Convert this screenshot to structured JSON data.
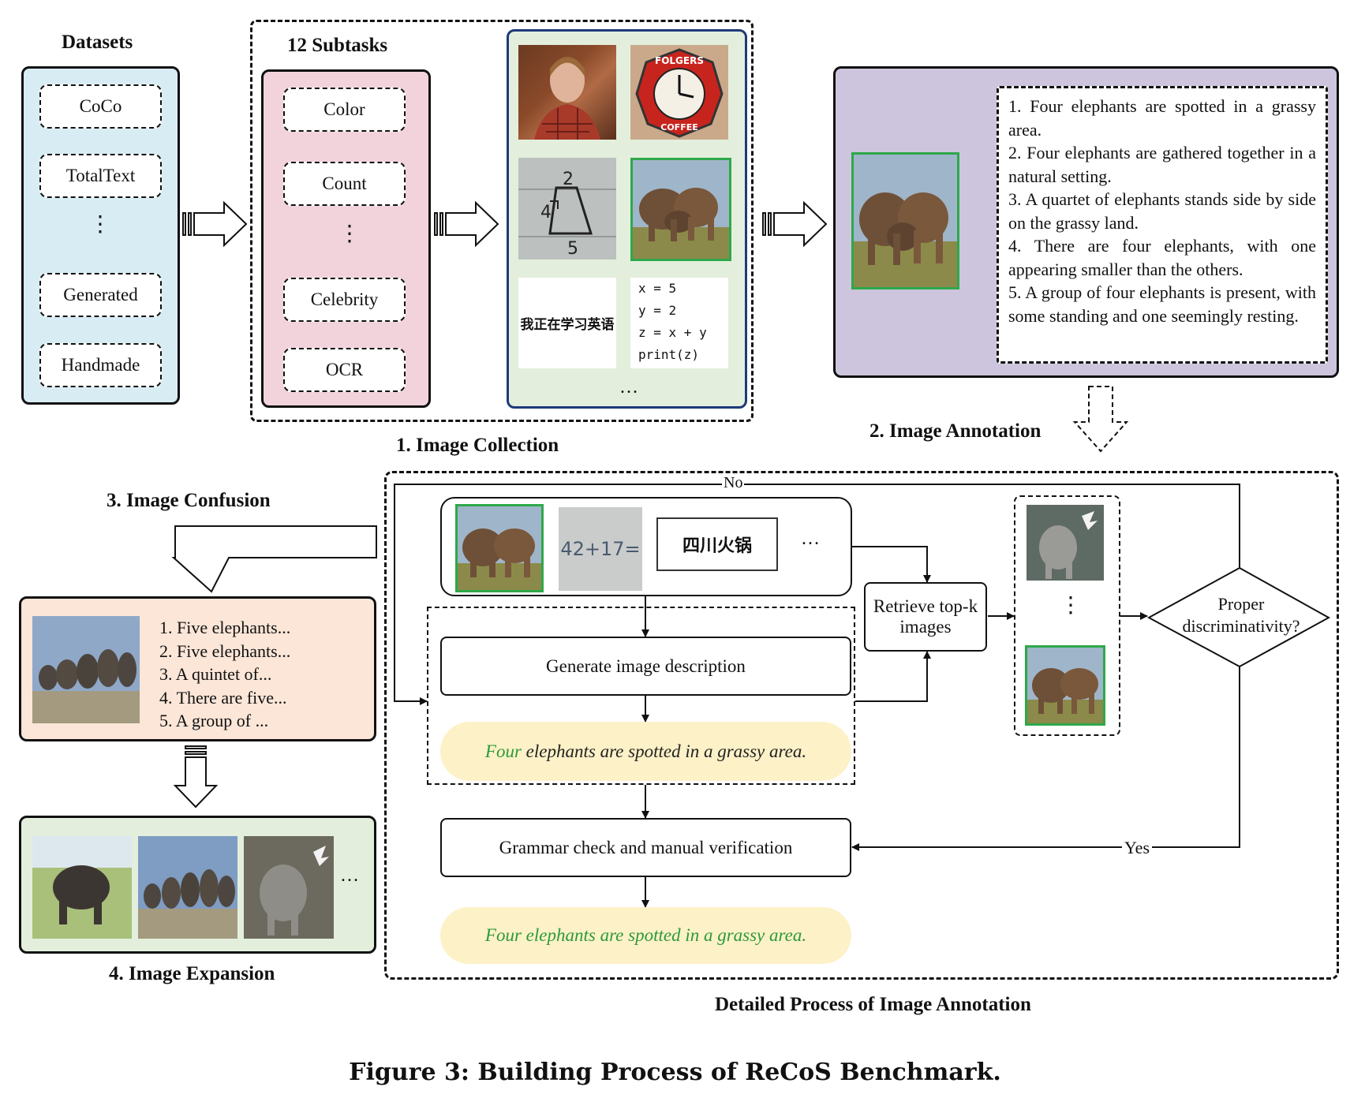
{
  "datasets": {
    "title": "Datasets",
    "items": [
      "CoCo",
      "TotalText",
      "⋮",
      "Generated",
      "Handmade"
    ]
  },
  "subtasks": {
    "title": "12 Subtasks",
    "items": [
      "Color",
      "Count",
      "⋮",
      "Celebrity",
      "OCR"
    ]
  },
  "collection": {
    "label": "1. Image Collection",
    "clock_text": "FOLGERS COFFEE",
    "chinese_text": "我正在学习英语",
    "code_lines": [
      "x = 5",
      "y = 2",
      "z = x + y",
      "print(z)"
    ],
    "ellipsis": "…"
  },
  "annotation": {
    "label": "2. Image Annotation",
    "captions": [
      "1. Four elephants are spotted in a grassy area.",
      "2. Four elephants are gathered together in a natural setting.",
      "3. A quartet of elephants stands side by side on the grassy land.",
      "4. There are four elephants, with one appearing smaller than the others.",
      "5. A group of four elephants is present, with some standing and one seemingly resting."
    ]
  },
  "confusion": {
    "label": "3. Image Confusion",
    "captions": [
      "1. Five elephants...",
      "2. Five elephants...",
      "3. A quintet of...",
      "4. There are five...",
      "5. A group of ..."
    ]
  },
  "expansion": {
    "label": "4. Image Expansion",
    "ellipsis": "…"
  },
  "process": {
    "title": "Detailed Process of Image Annotation",
    "math_text": "42+17=",
    "hotpot_text": "四川火锅",
    "ellipsis": "…",
    "generate_label": "Generate image description",
    "description_first_word": "Four",
    "description_rest": " elephants are spotted in a grassy area.",
    "retrieve_label": "Retrieve top-k images",
    "decision_label": "Proper discriminativity?",
    "no_label": "No",
    "yes_label": "Yes",
    "grammar_label": "Grammar check and manual verification",
    "final_description": "Four elephants are spotted in a grassy area.",
    "retrieved_dots": "⋮"
  },
  "figure_caption": "Figure 3: Building Process of ReCoS Benchmark."
}
